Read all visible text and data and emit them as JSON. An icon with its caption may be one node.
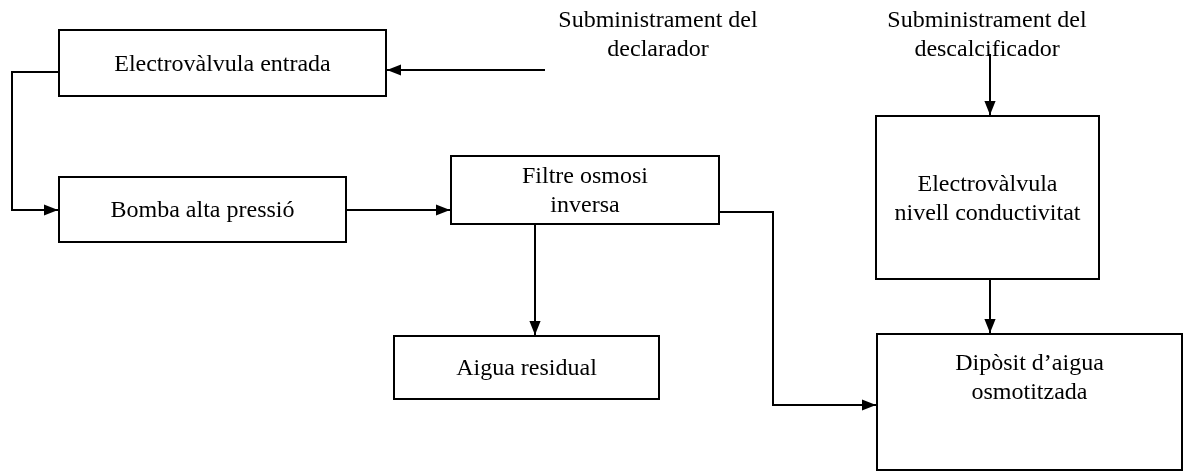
{
  "diagram": {
    "nodes": [
      {
        "text": [
          "Electrovàlvula entrada"
        ]
      },
      {
        "text": [
          "Subministrament del declarador"
        ]
      },
      {
        "text": [
          "Subministrament del descalcificador"
        ]
      },
      {
        "text": [
          "Bomba alta pressió"
        ]
      },
      {
        "text": [
          "Filtre osmosi inversa"
        ]
      },
      {
        "text": [
          "Electrovàlvula nivell conductivitat"
        ]
      },
      {
        "text": [
          "Aigua residual"
        ]
      },
      {
        "text": [
          "Dipòsit d’aigua osmotitzada"
        ]
      }
    ],
    "edges": [
      {
        "from": 1,
        "to": 0,
        "arrow": "to"
      },
      {
        "from": 0,
        "to": 3,
        "arrow": "to"
      },
      {
        "from": 3,
        "to": 4,
        "arrow": "to"
      },
      {
        "from": 4,
        "to": 6,
        "arrow": "to"
      },
      {
        "from": 4,
        "to": 7,
        "arrow": "to"
      },
      {
        "from": 2,
        "to": 5,
        "arrow": "to"
      },
      {
        "from": 5,
        "to": 7,
        "arrow": "to"
      }
    ]
  }
}
